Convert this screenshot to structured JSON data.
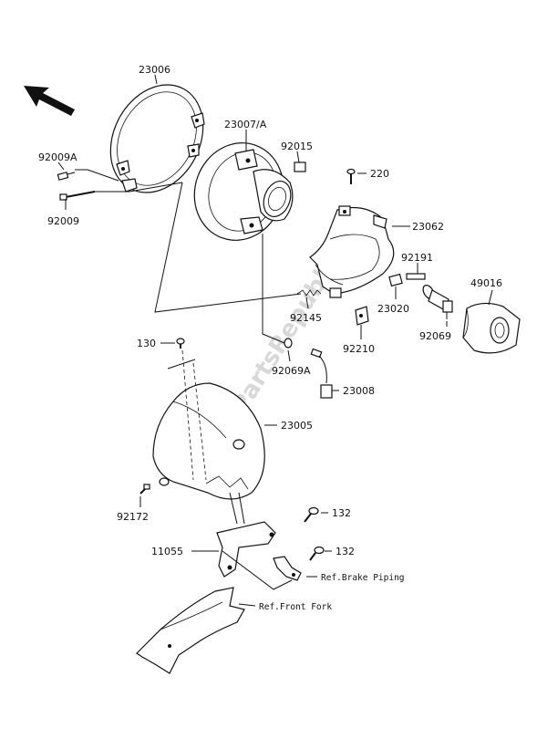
{
  "watermark": "PartsRepublik",
  "part_labels": {
    "p23006": "23006",
    "p23007a": "23007/A",
    "p92015": "92015",
    "p220": "220",
    "p92009a": "92009A",
    "p92009": "92009",
    "p23062": "23062",
    "p92191": "92191",
    "p49016": "49016",
    "p92145": "92145",
    "p23020": "23020",
    "p92210": "92210",
    "p92069": "92069",
    "p130": "130",
    "p92069a": "92069A",
    "p23008": "23008",
    "p23005": "23005",
    "p92172": "92172",
    "p132a": "132",
    "p132b": "132",
    "p11055": "11055"
  },
  "reference_labels": {
    "brake_piping": "Ref.Brake Piping",
    "front_fork": "Ref.Front Fork"
  },
  "icons": {
    "direction_arrow": "front-direction-arrow-icon"
  }
}
